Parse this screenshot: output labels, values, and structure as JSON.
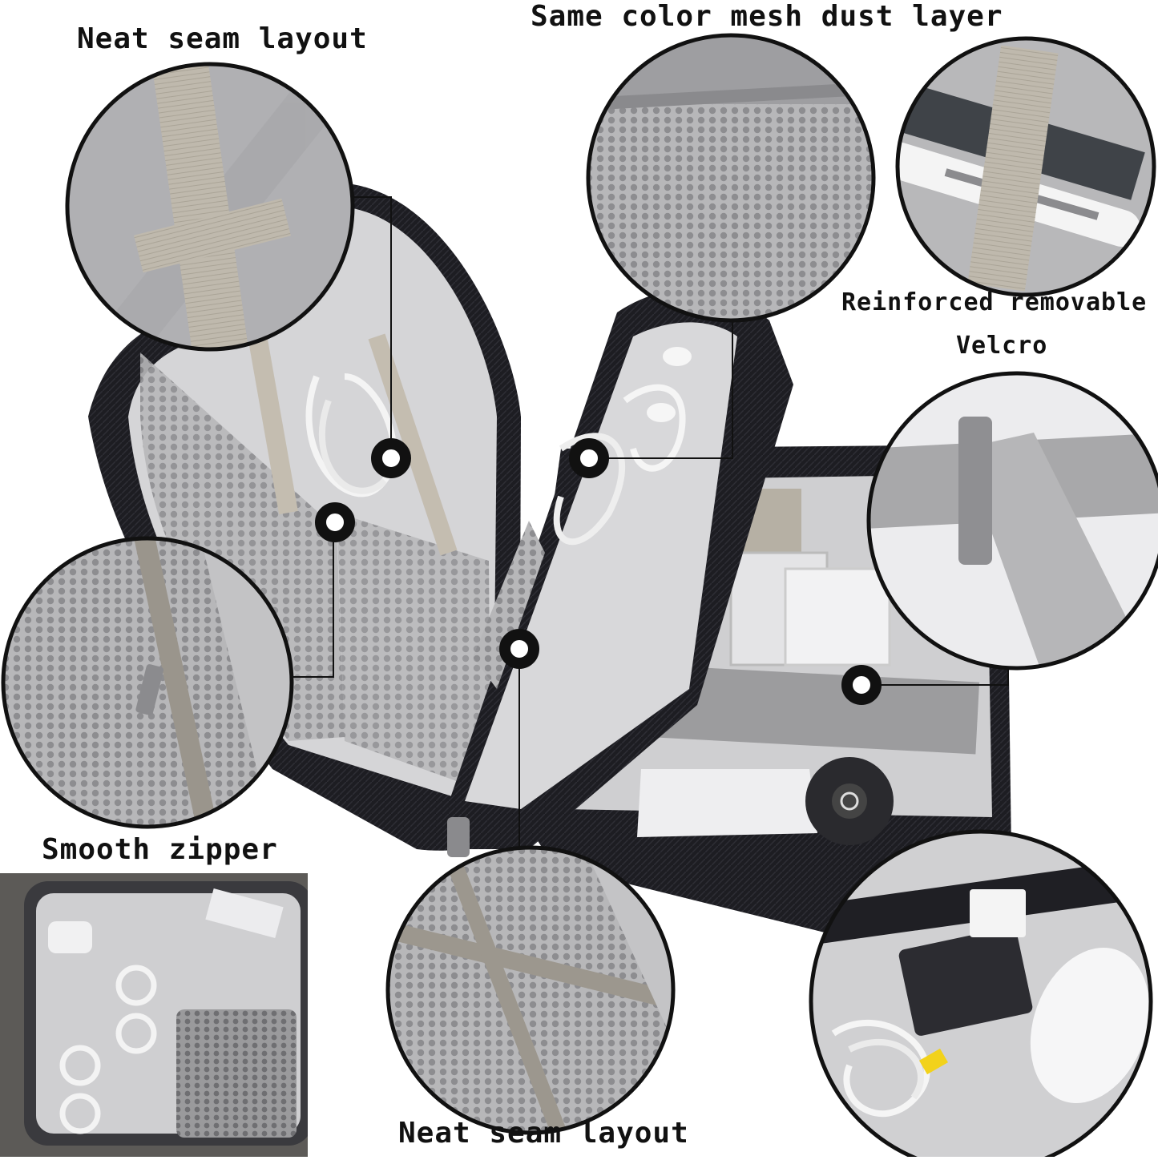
{
  "labels": {
    "neat_seam_top": "Neat seam layout",
    "mesh_dust": "Same color mesh dust layer",
    "reinforced_line1": "Reinforced removable",
    "reinforced_line2": "Velcro",
    "smooth_zipper": "Smooth zipper",
    "neat_seam_bottom": "Neat seam layout"
  },
  "colors": {
    "bag_black": "#1b1b1f",
    "lining_grey": "#c9c9cb",
    "mesh_grey": "#a9a9ab",
    "strap_beige": "#bdb6a8",
    "accent_yellow": "#f2d21b"
  }
}
